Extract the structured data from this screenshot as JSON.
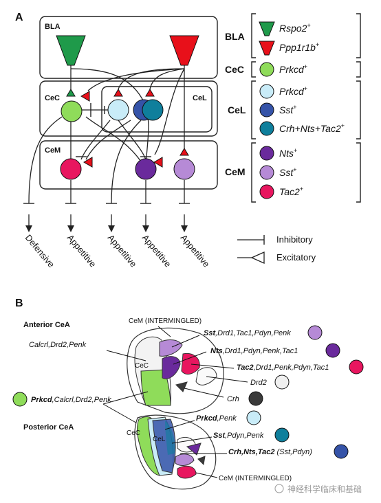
{
  "panel_a": {
    "label": "A",
    "regions": {
      "bla": "BLA",
      "cec": "CeC",
      "cel": "CeL",
      "cem": "CeM"
    },
    "outputs": [
      "Defensive",
      "Appetitive",
      "Appetitive",
      "Appetitive",
      "Appetitive"
    ],
    "symbol_legend": {
      "inhibitory": "Inhibitory",
      "excitatory": "Excitatory"
    },
    "cell_legend": {
      "groups": [
        {
          "name": "BLA",
          "items": [
            {
              "gene": "Rspo2",
              "sup": "+",
              "color": "#1f9a4a",
              "shape": "triangle"
            },
            {
              "gene": "Ppp1r1b",
              "sup": "+",
              "color": "#e8101a",
              "shape": "triangle"
            }
          ]
        },
        {
          "name": "CeC",
          "items": [
            {
              "gene": "Prkcd",
              "sup": "+",
              "color": "#8fdc5a",
              "shape": "circle"
            }
          ]
        },
        {
          "name": "CeL",
          "items": [
            {
              "gene": "Prkcd",
              "sup": "+",
              "color": "#c9ecf8",
              "shape": "circle"
            },
            {
              "gene": "Sst",
              "sup": "+",
              "color": "#3553a8",
              "shape": "circle"
            },
            {
              "gene": "Crh+Nts+Tac2",
              "sup": "+",
              "color": "#0f7f9c",
              "shape": "circle"
            }
          ]
        },
        {
          "name": "CeM",
          "items": [
            {
              "gene": "Nts",
              "sup": "+",
              "color": "#6a2a9c",
              "shape": "circle"
            },
            {
              "gene": "Sst",
              "sup": "+",
              "color": "#b68ad6",
              "shape": "circle"
            },
            {
              "gene": "Tac2",
              "sup": "+",
              "color": "#e8165f",
              "shape": "circle"
            }
          ]
        }
      ]
    }
  },
  "panel_b": {
    "label": "B",
    "anterior": {
      "title": "Anterior CeA",
      "cem_label": "CeM (INTERMINGLED)",
      "cec_label": "CeC",
      "left_label": "Calcrl,Drd2,Penk",
      "annotations": [
        {
          "bold": "Sst",
          "rest": ",Drd1,Tac1,Pdyn,Penk",
          "color": "#b68ad6"
        },
        {
          "bold": "Nts",
          "rest": ",Drd1,Pdyn,Penk,Tac1",
          "color": "#6a2a9c"
        },
        {
          "bold": "Tac2",
          "rest": ",Drd1,Penk,Pdyn,Tac1",
          "color": "#e8165f"
        },
        {
          "bold": "",
          "rest": "Drd2",
          "color": "#f0f0f0"
        },
        {
          "bold": "",
          "rest": "Crh",
          "color": "#3a3a3a"
        }
      ]
    },
    "prkcd_label": {
      "bold": "Prkcd",
      "rest": ",Calcrl,Drd2,Penk",
      "color": "#8fdc5a"
    },
    "posterior": {
      "title": "Posterior CeA",
      "cec_label": "CeC",
      "cel_label": "CeL",
      "cem_label": "CeM (INTERMINGLED)",
      "annotations": [
        {
          "bold": "Prkcd",
          "rest": ",Penk",
          "color": "#c9ecf8"
        },
        {
          "bold": "Sst",
          "rest": ",Pdyn,Penk",
          "color": "#0f7f9c"
        },
        {
          "bold": "Crh,Nts,Tac2",
          "rest": " (Sst,Pdyn)",
          "color": "#3553a8"
        }
      ]
    },
    "watermark": "神经科学临床和基础"
  }
}
